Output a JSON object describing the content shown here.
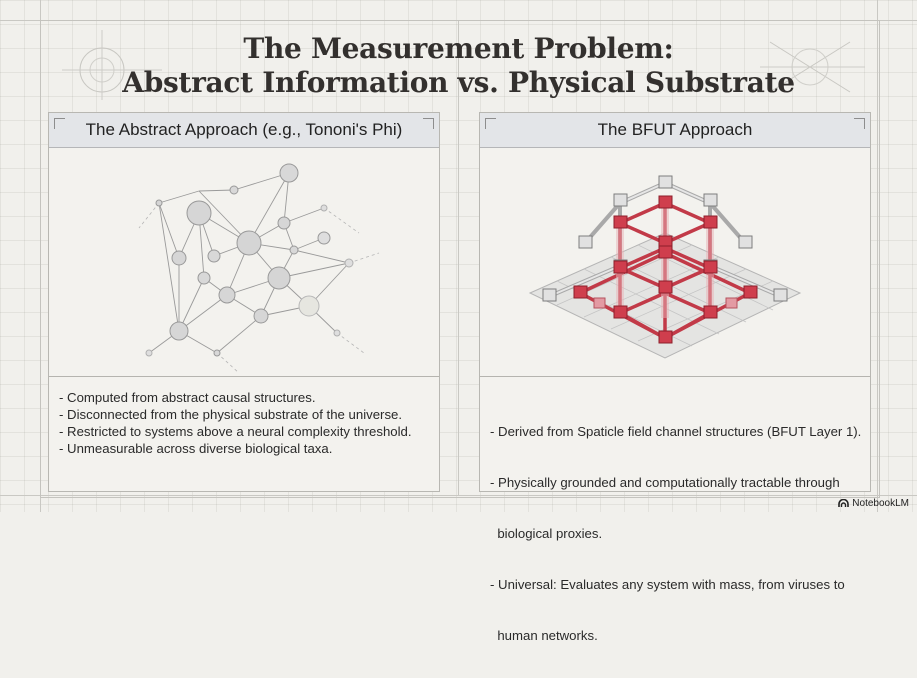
{
  "title": {
    "line1": "The Measurement Problem:",
    "line2": "Abstract Information vs. Physical Substrate"
  },
  "left_panel": {
    "header": "The Abstract Approach (e.g., Tononi's Phi)",
    "bullets": [
      "- Computed from abstract causal structures.",
      "- Disconnected from the physical substrate of the universe.",
      "- Restricted to systems above a neural complexity threshold.",
      "- Unmeasurable across diverse biological taxa."
    ]
  },
  "right_panel": {
    "header": "The BFUT Approach",
    "bullets": [
      "- Derived from Spaticle field channel structures (BFUT Layer 1).",
      "- Physically grounded and computationally tractable through",
      "  biological proxies.",
      "- Universal: Evaluates any system with mass, from viruses to",
      "  human networks."
    ]
  },
  "watermark": {
    "label": "NotebookLM"
  },
  "colors": {
    "background": "#f1f0ec",
    "header_fill": "#e3e5e8",
    "node_gray": "#d7d7d7",
    "lattice_red": "#c23a48",
    "lattice_gray": "#cfcfcf"
  }
}
